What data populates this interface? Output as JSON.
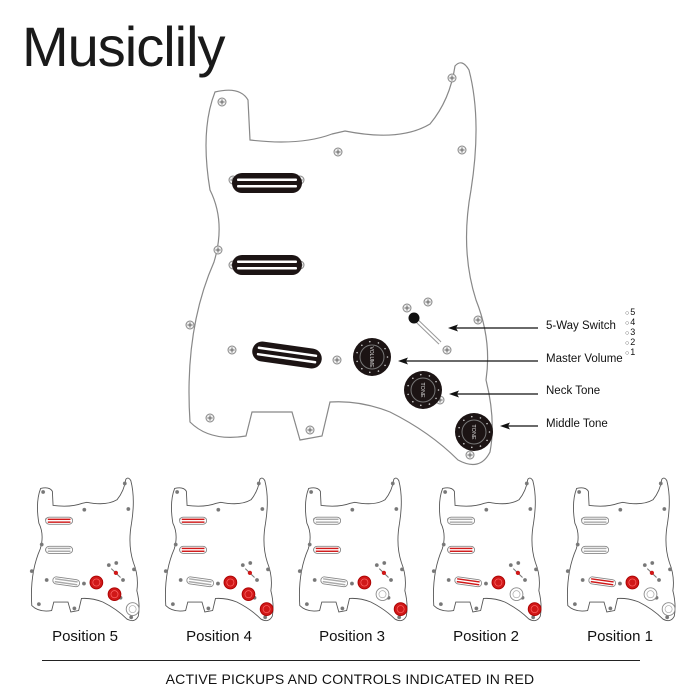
{
  "brand": "Musiclily",
  "callouts": {
    "switch": "5-Way Switch",
    "volume": "Master Volume",
    "neck_tone": "Neck Tone",
    "middle_tone": "Middle Tone"
  },
  "switch_positions": [
    "5",
    "4",
    "3",
    "2",
    "1"
  ],
  "knob_labels": {
    "volume": "VOLUME",
    "tone": "TONE"
  },
  "positions": [
    {
      "label": "Position 5",
      "neck": true,
      "middle": false,
      "bridge": false,
      "volume": true,
      "neck_tone": true,
      "middle_tone": false
    },
    {
      "label": "Position 4",
      "neck": true,
      "middle": true,
      "bridge": false,
      "volume": true,
      "neck_tone": true,
      "middle_tone": true
    },
    {
      "label": "Position 3",
      "neck": false,
      "middle": true,
      "bridge": false,
      "volume": true,
      "neck_tone": false,
      "middle_tone": true
    },
    {
      "label": "Position 2",
      "neck": false,
      "middle": true,
      "bridge": true,
      "volume": true,
      "neck_tone": false,
      "middle_tone": true
    },
    {
      "label": "Position 1",
      "neck": false,
      "middle": false,
      "bridge": true,
      "volume": true,
      "neck_tone": false,
      "middle_tone": false
    }
  ],
  "footer": "ACTIVE PICKUPS AND CONTROLS INDICATED IN RED",
  "colors": {
    "active": "#d01818",
    "inactive": "#9a9a9a",
    "knob": "#1c1414"
  }
}
